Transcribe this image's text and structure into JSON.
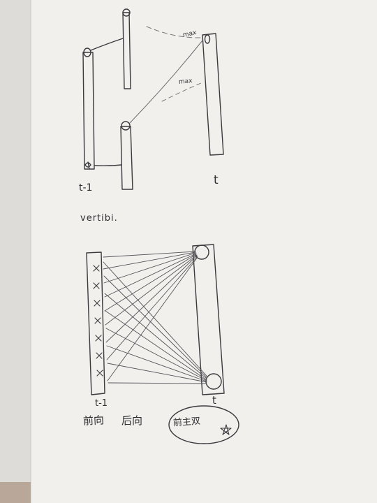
{
  "labels": {
    "t_minus_1_top": "t-1",
    "t_top": "t",
    "viterbi": "vertibi.",
    "max_upper": "max",
    "max_lower": "max",
    "t_minus_1_bottom": "t-1",
    "t_bottom": "t",
    "forward": "前向",
    "backward": "后向",
    "circled_note": "前主双"
  },
  "colors": {
    "paper": "#f1f0ec",
    "ink": "#2f2f33",
    "pencil": "#7a7a7e"
  }
}
